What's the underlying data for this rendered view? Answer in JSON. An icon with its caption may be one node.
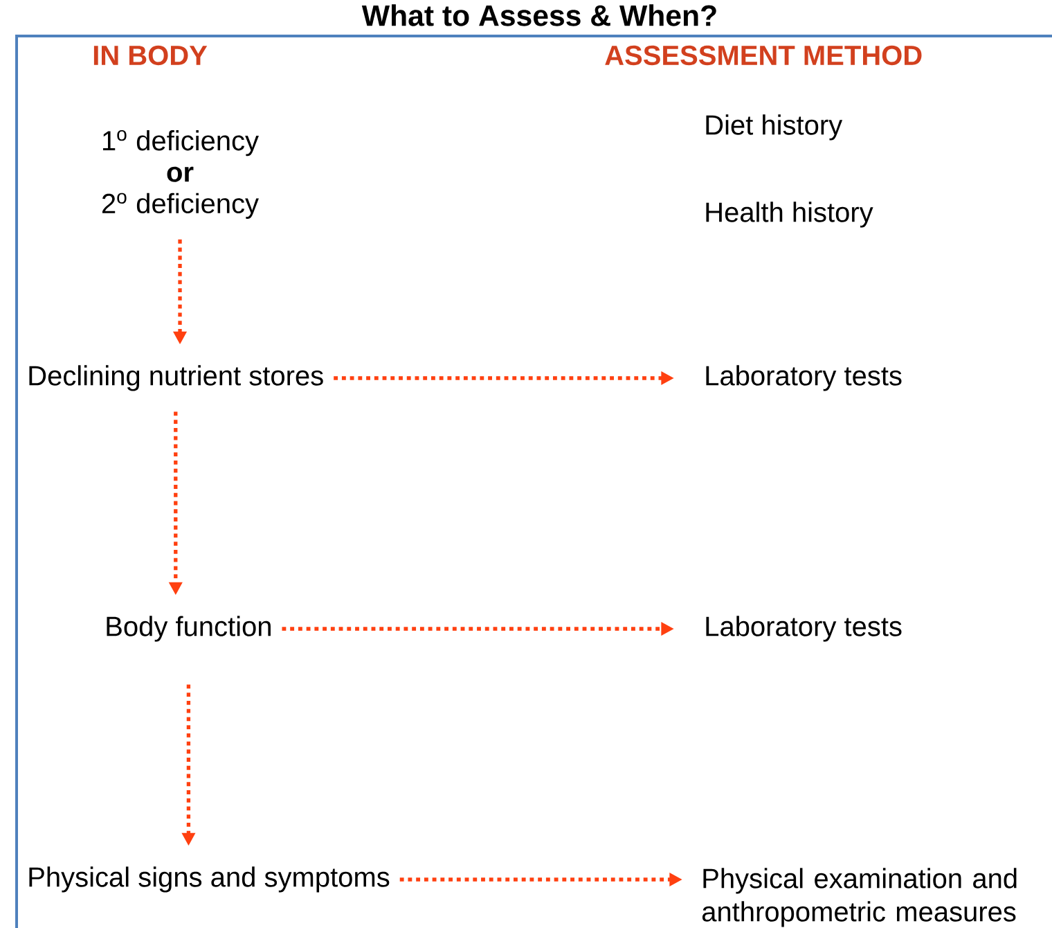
{
  "diagram": {
    "title": "What to Assess & When?",
    "nodes": [
      {
        "text": [
          "1$^{o}$ deficiency",
          "or",
          "2$^{o}$ deficiency"
        ]
      },
      {
        "text": [
          "Declining nutrient stores"
        ]
      },
      {
        "text": [
          "Body function"
        ]
      },
      {
        "text": [
          "Physical signs and symptoms"
        ]
      },
      {
        "text": [
          "Diet history"
        ]
      },
      {
        "text": [
          "Health history"
        ]
      },
      {
        "text": [
          "Laboratory tests"
        ]
      },
      {
        "text": [
          "Laboratory tests"
        ]
      },
      {
        "text": [
          "Physical examination and anthropometric measures"
        ]
      }
    ],
    "edges": [
      {
        "from": 0,
        "to": 1,
        "arrow": "to"
      },
      {
        "from": 1,
        "to": 2,
        "arrow": "to"
      },
      {
        "from": 2,
        "to": 3,
        "arrow": "to"
      },
      {
        "from": 1,
        "to": 6,
        "arrow": "to"
      },
      {
        "from": 2,
        "to": 7,
        "arrow": "to"
      },
      {
        "from": 3,
        "to": 8,
        "arrow": "to"
      }
    ],
    "labels": [
      "IN BODY",
      "ASSESSMENT METHOD"
    ]
  }
}
